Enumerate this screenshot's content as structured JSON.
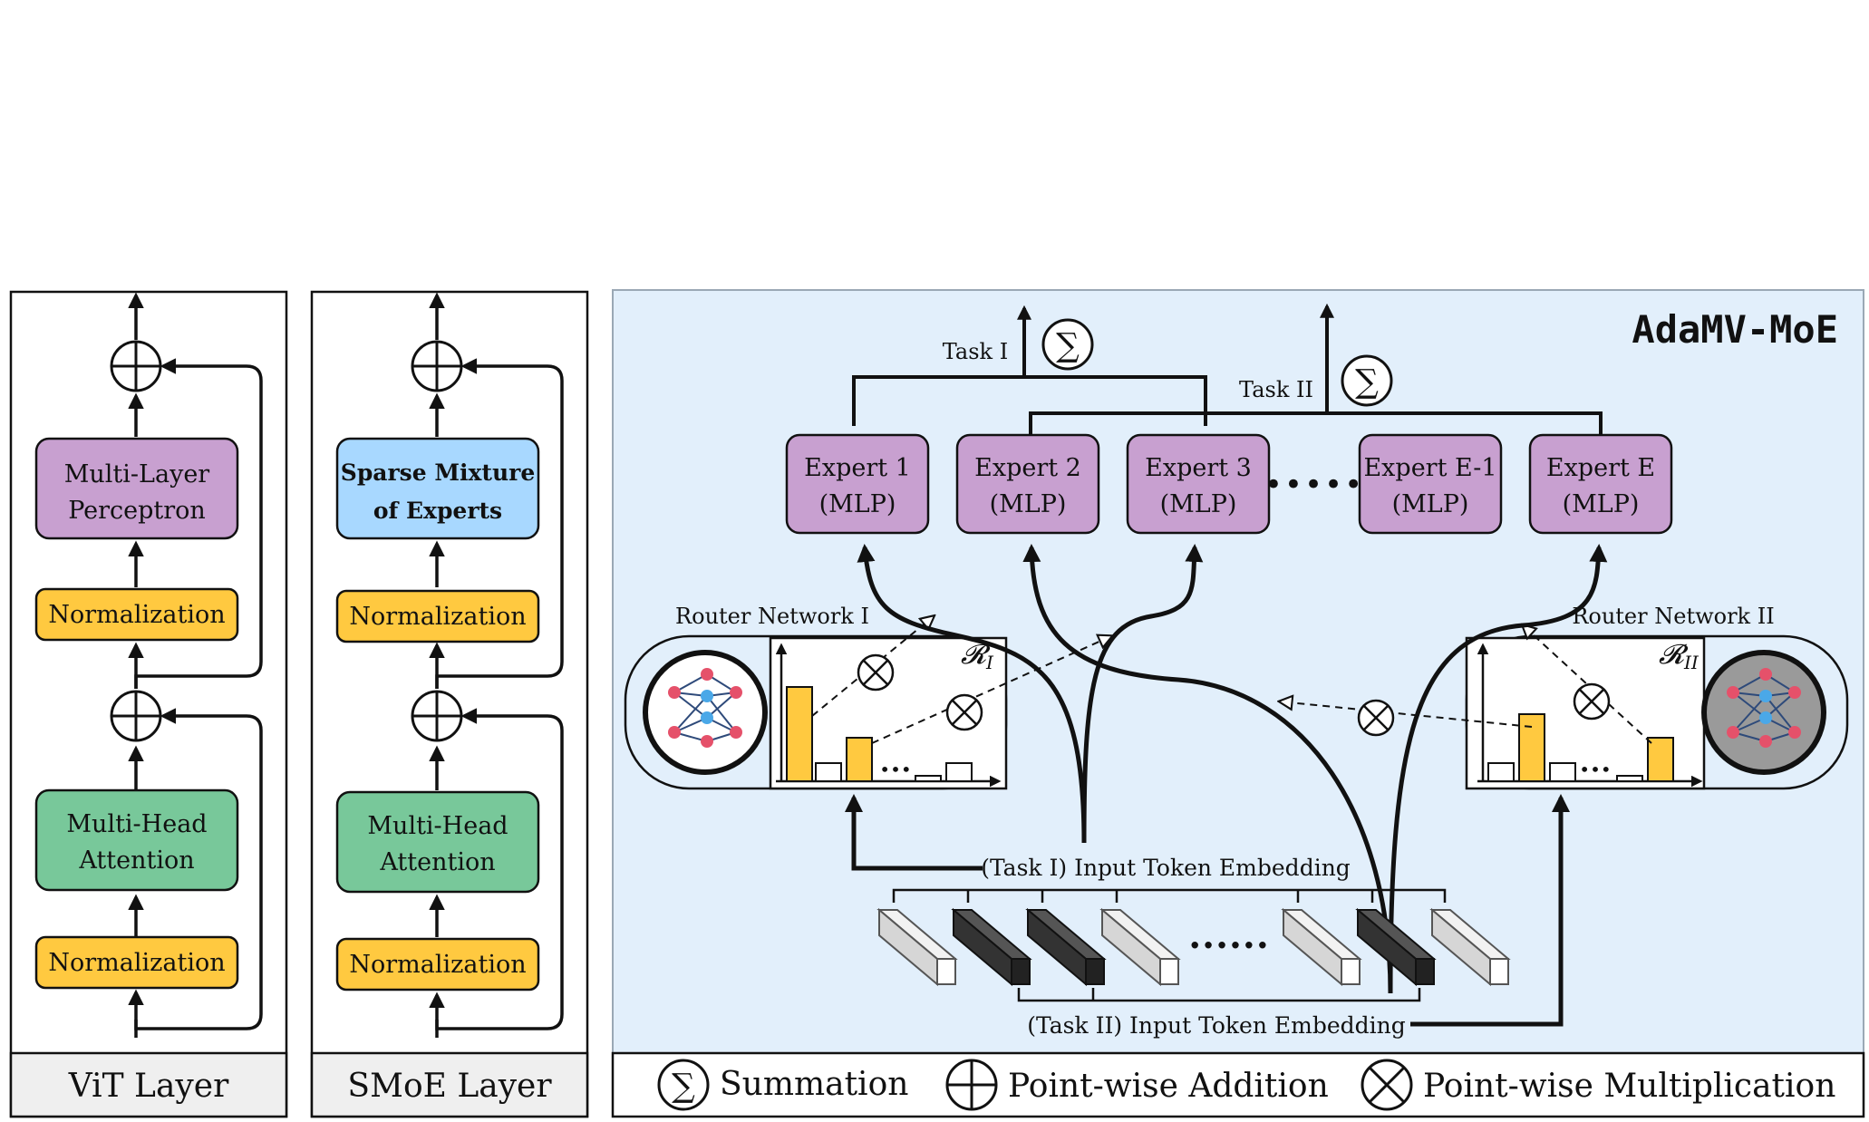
{
  "vit": {
    "blocks": {
      "mlp": "Multi-Layer Perceptron",
      "mlp_l1": "Multi-Layer",
      "mlp_l2": "Perceptron",
      "norm_top": "Normalization",
      "mha_l1": "Multi-Head",
      "mha_l2": "Attention",
      "norm_bottom": "Normalization"
    },
    "footer": "ViT Layer"
  },
  "smoe": {
    "blocks": {
      "smoe_l1": "Sparse Mixture",
      "smoe_l2": "of Experts",
      "norm_top": "Normalization",
      "mha_l1": "Multi-Head",
      "mha_l2": "Attention",
      "norm_bottom": "Normalization"
    },
    "footer": "SMoE Layer"
  },
  "adamv": {
    "title": "AdaMV-MoE",
    "task1": "Task I",
    "task2": "Task II",
    "experts": [
      {
        "l1": "Expert 1",
        "l2": "(MLP)"
      },
      {
        "l1": "Expert 2",
        "l2": "(MLP)"
      },
      {
        "l1": "Expert 3",
        "l2": "(MLP)"
      },
      {
        "l1": "Expert E-1",
        "l2": "(MLP)"
      },
      {
        "l1": "Expert E",
        "l2": "(MLP)"
      }
    ],
    "router1": "Router Network I",
    "router2": "Router Network II",
    "r1_sym": "𝓡",
    "r1_sub": "I",
    "r2_sym": "𝓡",
    "r2_sub": "II",
    "emb1": "(Task I) Input Token Embedding",
    "emb2": "(Task II) Input Token Embedding",
    "dots": "......",
    "expert_dots": "•••••",
    "hist_dots": "•••",
    "sigma": "∑"
  },
  "legend": {
    "sum": "Summation",
    "add": "Point-wise Addition",
    "mul": "Point-wise Multiplication"
  },
  "colors": {
    "purple": "#C8A0D0",
    "yellow": "#FFC940",
    "green": "#78C89A",
    "blue": "#A8D8FF",
    "panel": "#E2EFFB",
    "footer": "#EFEFEF"
  }
}
